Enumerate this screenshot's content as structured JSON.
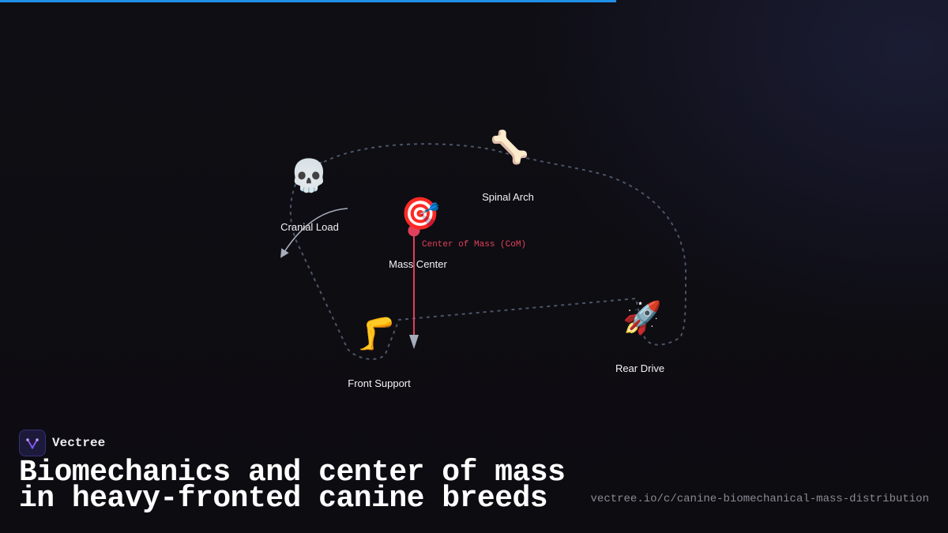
{
  "progress": {
    "value": 0.65,
    "color": "#1e90e6"
  },
  "brand": {
    "name": "Vectree",
    "logo_icon": "vector-tree-icon",
    "accent": "#7b5cff"
  },
  "title": "Biomechanics and center of mass in heavy-fronted canine breeds",
  "source_url": "vectree.io/c/canine-biomechanical-mass-distribution",
  "diagram": {
    "nodes": [
      {
        "id": "cranial",
        "label": "Cranial Load",
        "icon": "skull-icon",
        "glyph": "💀"
      },
      {
        "id": "spinal",
        "label": "Spinal Arch",
        "icon": "bone-icon",
        "glyph": "🦴"
      },
      {
        "id": "mass",
        "label": "Mass Center",
        "icon": "target-icon",
        "glyph": "🎯"
      },
      {
        "id": "front",
        "label": "Front Support",
        "icon": "leg-icon",
        "glyph": "🦵"
      },
      {
        "id": "rear",
        "label": "Rear Drive",
        "icon": "rocket-icon",
        "glyph": "🚀"
      }
    ],
    "com_annotation": "Center of Mass (CoM)",
    "colors": {
      "outline": "#4b5568",
      "com": "#e0405a",
      "arrow": "#a6adbb"
    }
  }
}
